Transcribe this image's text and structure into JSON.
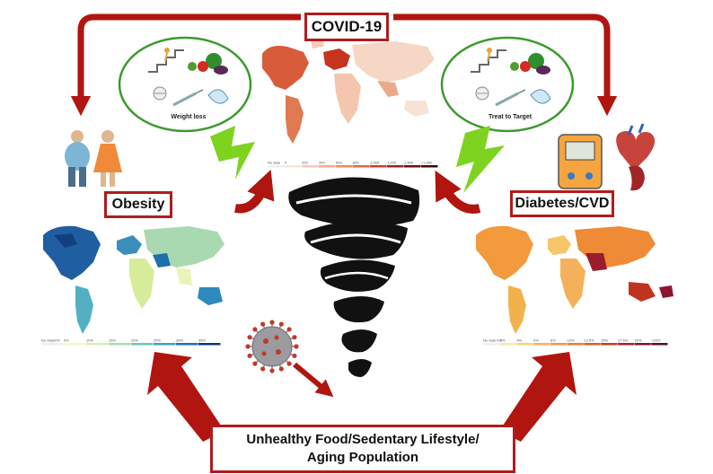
{
  "labels": {
    "covid": "COVID-19",
    "obesity": "Obesity",
    "diabetes": "Diabetes/CVD",
    "bottom_line1": "Unhealthy Food/Sedentary Lifestyle/",
    "bottom_line2": "Aging Population"
  },
  "intervention_ovals": {
    "left": "Weight loss",
    "right": "Treat to Target"
  },
  "legends": {
    "covid": [
      "No data",
      "0",
      "200",
      "400",
      "600",
      "800",
      "1,000",
      "1,200",
      "1,400",
      ">1,600"
    ],
    "obesity": [
      "No data/0%",
      "5%",
      "10%",
      "15%",
      "20%",
      "25%",
      "30%",
      "35%"
    ],
    "diabetes": [
      "No data 0%",
      "2%",
      "4%",
      "6%",
      "8%",
      "10%",
      "12.5%",
      "15%",
      "17.5%",
      "20%",
      ">20%"
    ]
  },
  "colors": {
    "frame_red": "#b01c1c",
    "arrow_red": "#b0150f",
    "lightning_green": "#7ed321",
    "oval_green": "#3c9a2e"
  },
  "icons": {
    "tornado": "tornado-icon",
    "virus": "coronavirus-icon",
    "people": "obese-people-icon",
    "device": "glucose-meter-icon",
    "heart": "heart-icon",
    "kidney": "kidney-icon"
  }
}
